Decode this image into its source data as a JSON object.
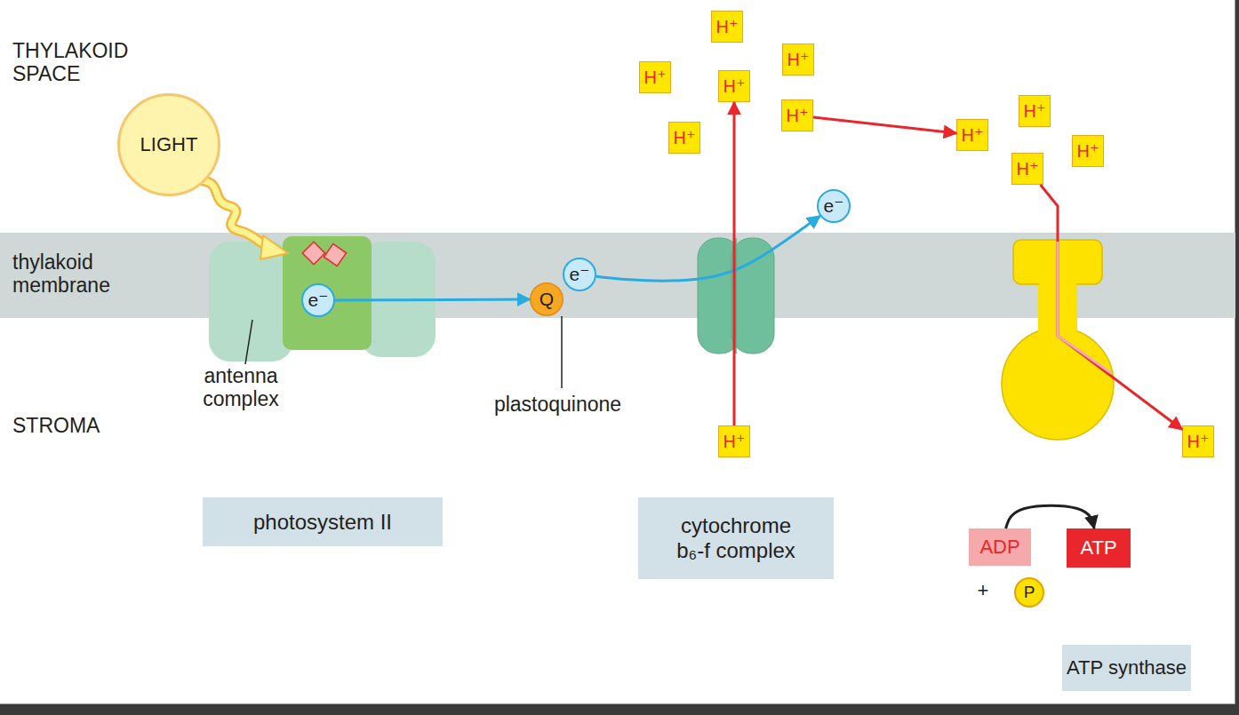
{
  "diagram": {
    "nodes": [
      {
        "text": [
          "LIGHT"
        ]
      },
      {
        "text": [
          "H⁺"
        ]
      },
      {
        "text": [
          "H⁺"
        ]
      },
      {
        "text": [
          "H⁺"
        ]
      },
      {
        "text": [
          "H⁺"
        ]
      },
      {
        "text": [
          "H⁺"
        ]
      },
      {
        "text": [
          "H⁺"
        ]
      },
      {
        "text": [
          "H⁺"
        ]
      },
      {
        "text": [
          "H⁺"
        ]
      },
      {
        "text": [
          "H⁺"
        ]
      },
      {
        "text": [
          "H⁺"
        ]
      },
      {
        "text": [
          "e⁻"
        ]
      },
      {
        "text": [
          "e⁻"
        ]
      },
      {
        "text": [
          "Q"
        ]
      },
      {
        "text": [
          "e⁻"
        ]
      },
      {
        "text": [
          "H⁺"
        ]
      },
      {
        "text": [
          "H⁺"
        ]
      },
      {
        "text": [
          "photosystem II"
        ]
      },
      {
        "text": [
          "cytochrome b₆-f complex"
        ]
      },
      {
        "text": [
          "ADP"
        ]
      },
      {
        "text": [
          "ATP"
        ]
      },
      {
        "text": [
          "P"
        ]
      },
      {
        "text": [
          "ATP synthase"
        ]
      }
    ],
    "edges": [
      {
        "from": 14,
        "to": 13,
        "arrow": "to"
      },
      {
        "from": 12,
        "to": 11,
        "arrow": "to"
      },
      {
        "from": 15,
        "to": 4,
        "arrow": "to"
      },
      {
        "from": 5,
        "to": 8,
        "arrow": "to"
      },
      {
        "from": 10,
        "to": 16,
        "arrow": "to"
      },
      {
        "from": 19,
        "to": 20,
        "arrow": "to"
      }
    ],
    "labels": [
      "THYLAKOID SPACE",
      "thylakoid membrane",
      "antenna complex",
      "plastoquinone",
      "STROMA",
      "+"
    ]
  }
}
